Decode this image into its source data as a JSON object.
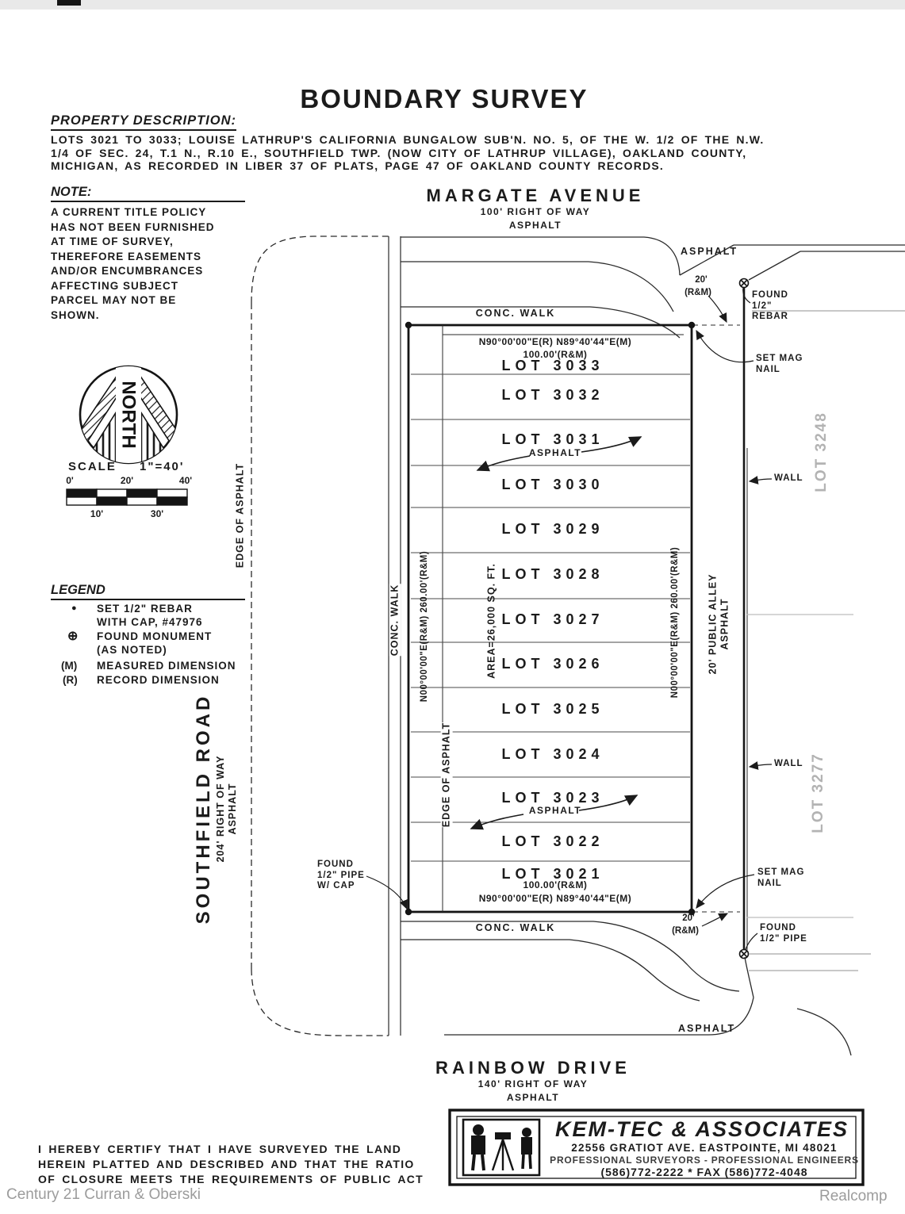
{
  "header": {
    "title": "BOUNDARY SURVEY",
    "property_heading": "PROPERTY DESCRIPTION:",
    "property_lines": [
      "LOTS 3021 TO 3033; LOUISE LATHRUP'S CALIFORNIA BUNGALOW SUB'N. NO. 5, OF THE W. 1/2 OF THE N.W.",
      "1/4 OF SEC. 24, T.1 N., R.10 E., SOUTHFIELD TWP. (NOW CITY OF LATHRUP VILLAGE), OAKLAND COUNTY,",
      "MICHIGAN, AS RECORDED IN LIBER 37 OF PLATS, PAGE 47 OF OAKLAND COUNTY RECORDS."
    ]
  },
  "note": {
    "heading": "NOTE:",
    "lines": [
      "A CURRENT TITLE POLICY",
      "HAS NOT BEEN FURNISHED",
      "AT TIME OF SURVEY,",
      "THEREFORE EASEMENTS",
      "AND/OR ENCUMBRANCES",
      "AFFECTING SUBJECT",
      "PARCEL MAY NOT BE",
      "SHOWN."
    ]
  },
  "north_arrow": {
    "label": "NORTH"
  },
  "scale": {
    "label": "SCALE",
    "ratio": "1\"=40'",
    "ticks": {
      "t0": "0'",
      "t20": "20'",
      "t40": "40'",
      "t10": "10'",
      "t30": "30'"
    }
  },
  "legend": {
    "heading": "LEGEND",
    "set_rebar": {
      "symbol": "●",
      "line1": "SET 1/2\" REBAR",
      "line2": "WITH CAP, #47976"
    },
    "found_monument": {
      "symbol": "⊕",
      "line1": "FOUND MONUMENT",
      "line2": "(AS NOTED)"
    },
    "measured": {
      "symbol": "(M)",
      "text": "MEASURED DIMENSION"
    },
    "record": {
      "symbol": "(R)",
      "text": "RECORD DIMENSION"
    }
  },
  "streets": {
    "margate": {
      "name": "MARGATE AVENUE",
      "row": "100' RIGHT OF WAY",
      "surface": "ASPHALT"
    },
    "rainbow": {
      "name": "RAINBOW DRIVE",
      "row": "140' RIGHT OF WAY",
      "surface": "ASPHALT"
    },
    "southfield": {
      "name": "SOUTHFIELD ROAD",
      "row": "204' RIGHT OF WAY",
      "surface": "ASPHALT"
    },
    "alley": {
      "line1": "20' PUBLIC ALLEY",
      "line2": "ASPHALT"
    }
  },
  "plat": {
    "lots": [
      "LOT 3033",
      "LOT 3032",
      "LOT 3031",
      "LOT 3030",
      "LOT 3029",
      "LOT 3028",
      "LOT 3027",
      "LOT 3026",
      "LOT 3025",
      "LOT 3024",
      "LOT 3023",
      "LOT 3022",
      "LOT 3021"
    ],
    "area": "AREA=26,000 SQ. FT.",
    "north_bearing": "N90°00'00\"E(R)  N89°40'44\"E(M)",
    "north_distance": "100.00'(R&M)",
    "south_distance": "100.00'(R&M)",
    "south_bearing": "N90°00'00\"E(R)  N89°40'44\"E(M)",
    "west_dimension": "N00°00'00\"E(R&M)  260.00'(R&M)",
    "east_dimension": "N00°00'00\"E(R&M)  260.00'(R&M)",
    "adjacent_lot_north": "LOT 3248",
    "adjacent_lot_south": "LOT 3277"
  },
  "annotations": {
    "conc_walk": "CONC. WALK",
    "edge_of_asphalt": "EDGE OF ASPHALT",
    "asphalt": "ASPHALT",
    "tie_dist": "20'",
    "tie_rm": "(R&M)",
    "found_rebar_l1": "FOUND",
    "found_rebar_l2": "1/2\"",
    "found_rebar_l3": "REBAR",
    "set_mag_l1": "SET MAG",
    "set_mag_l2": "NAIL",
    "found_pipe_l1": "FOUND",
    "found_pipe_l2": "1/2\" PIPE",
    "found_pipe_cap_l1": "FOUND",
    "found_pipe_cap_l2": "1/2\" PIPE",
    "found_pipe_cap_l3": "W/ CAP",
    "wall": "WALL"
  },
  "certification": {
    "lines": [
      "I HEREBY CERTIFY THAT I HAVE SURVEYED THE LAND",
      "HEREIN PLATTED AND DESCRIBED AND THAT THE RATIO",
      "OF CLOSURE MEETS THE REQUIREMENTS OF PUBLIC ACT"
    ]
  },
  "title_block": {
    "company": "KEM-TEC & ASSOCIATES",
    "address": "22556 GRATIOT AVE. EASTPOINTE, MI 48021",
    "tagline": "PROFESSIONAL SURVEYORS - PROFESSIONAL ENGINEERS",
    "phone": "(586)772-2222 * FAX (586)772-4048"
  },
  "watermarks": {
    "left": "Century 21 Curran & Oberski",
    "right": "Realcomp"
  },
  "colors": {
    "ink": "#1b1b1b",
    "faded": "#b3b3b3",
    "watermark": "#9c9c9c"
  }
}
